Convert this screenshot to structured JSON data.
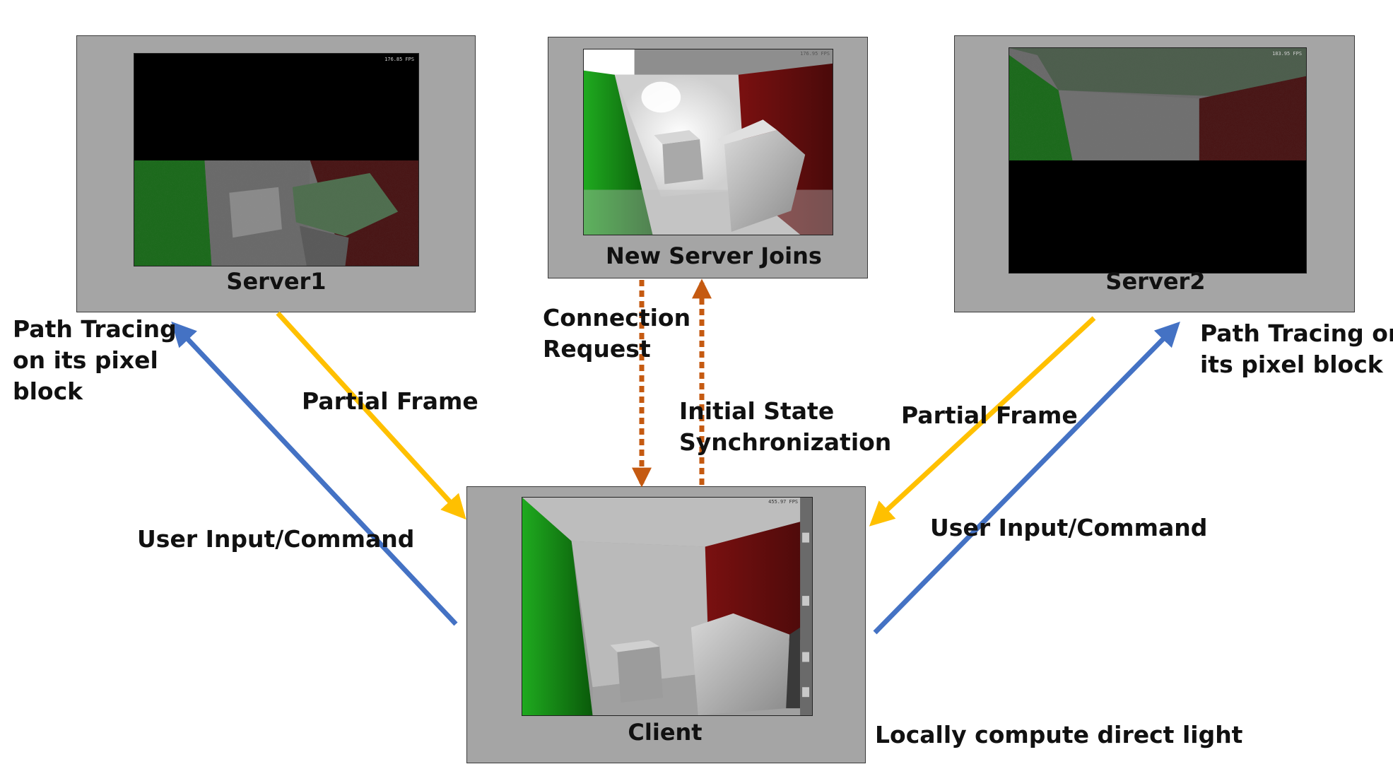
{
  "nodes": {
    "server1": {
      "label": "Server1",
      "fps": "176.85 FPS"
    },
    "new_server": {
      "label": "New Server Joins",
      "fps": "176.95 FPS"
    },
    "server2": {
      "label": "Server2",
      "fps": "183.95 FPS"
    },
    "client": {
      "label": "Client",
      "fps": "455.97 FPS"
    }
  },
  "annotations": {
    "path_tracing_left": "Path Tracing\non its pixel\nblock",
    "path_tracing_right": "Path Tracing on\nits pixel block",
    "partial_frame_left": "Partial Frame",
    "partial_frame_right": "Partial Frame",
    "user_input_left": "User Input/Command",
    "user_input_right": "User Input/Command",
    "connection_request": "Connection\nRequest",
    "initial_state_sync": "Initial State\nSynchronization",
    "local_direct_light": "Locally compute direct light"
  },
  "colors": {
    "partial_frame_arrow": "#ffc000",
    "user_input_arrow": "#4472c4",
    "sync_arrow": "#c55a11",
    "panel_fill": "#a5a5a5"
  }
}
